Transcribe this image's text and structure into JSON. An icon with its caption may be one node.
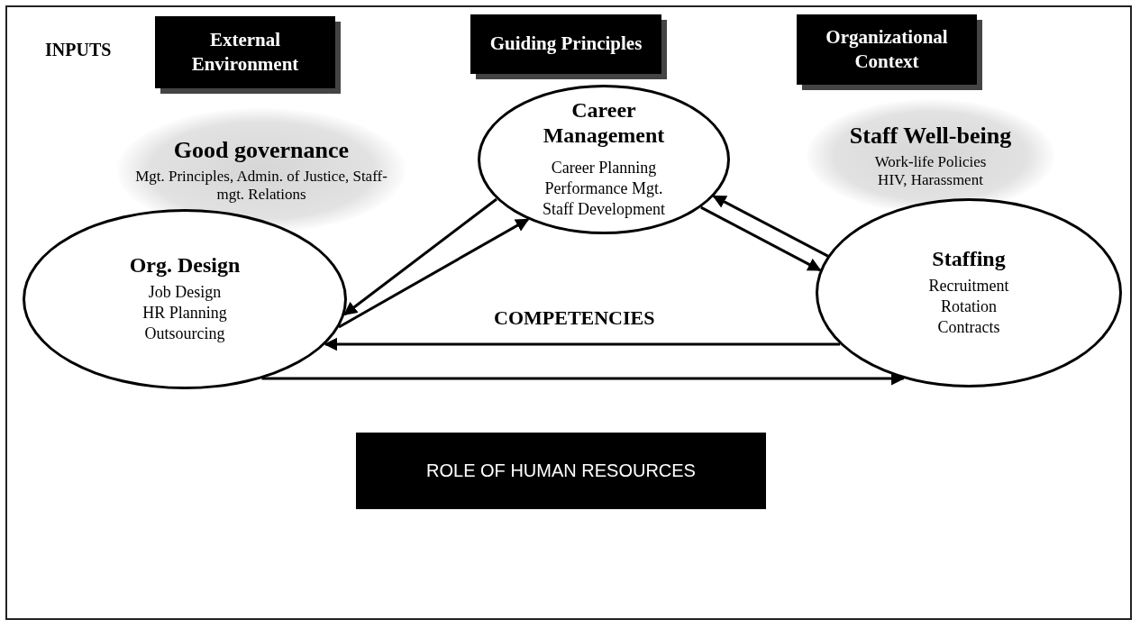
{
  "diagram": {
    "nodes": [
      {
        "text": [
          "External Environment"
        ]
      },
      {
        "text": [
          "Guiding Principles"
        ]
      },
      {
        "text": [
          "Organizational Context"
        ]
      },
      {
        "text": [
          "Good governance",
          "Mgt. Principles, Admin. of Justice, Staff-mgt. Relations"
        ]
      },
      {
        "text": [
          "Career Management",
          "Career Planning",
          "Performance Mgt.",
          "Staff Development"
        ]
      },
      {
        "text": [
          "Staff Well-being",
          "Work-life Policies",
          "HIV, Harassment"
        ]
      },
      {
        "text": [
          "Org. Design",
          "Job Design",
          "HR Planning",
          "Outsourcing"
        ]
      },
      {
        "text": [
          "Staffing",
          "Recruitment",
          "Rotation",
          "Contracts"
        ]
      },
      {
        "text": [
          "ROLE OF HUMAN RESOURCES"
        ]
      }
    ],
    "edges": [
      {
        "from": 4,
        "to": 6,
        "arrow": "to"
      },
      {
        "from": 6,
        "to": 4,
        "arrow": "to"
      },
      {
        "from": 4,
        "to": 7,
        "arrow": "to"
      },
      {
        "from": 7,
        "to": 4,
        "arrow": "to"
      },
      {
        "from": 7,
        "to": 6,
        "arrow": "to"
      },
      {
        "from": 6,
        "to": 7,
        "arrow": "to"
      }
    ],
    "labels": [
      "INPUTS",
      "COMPETENCIES"
    ]
  }
}
